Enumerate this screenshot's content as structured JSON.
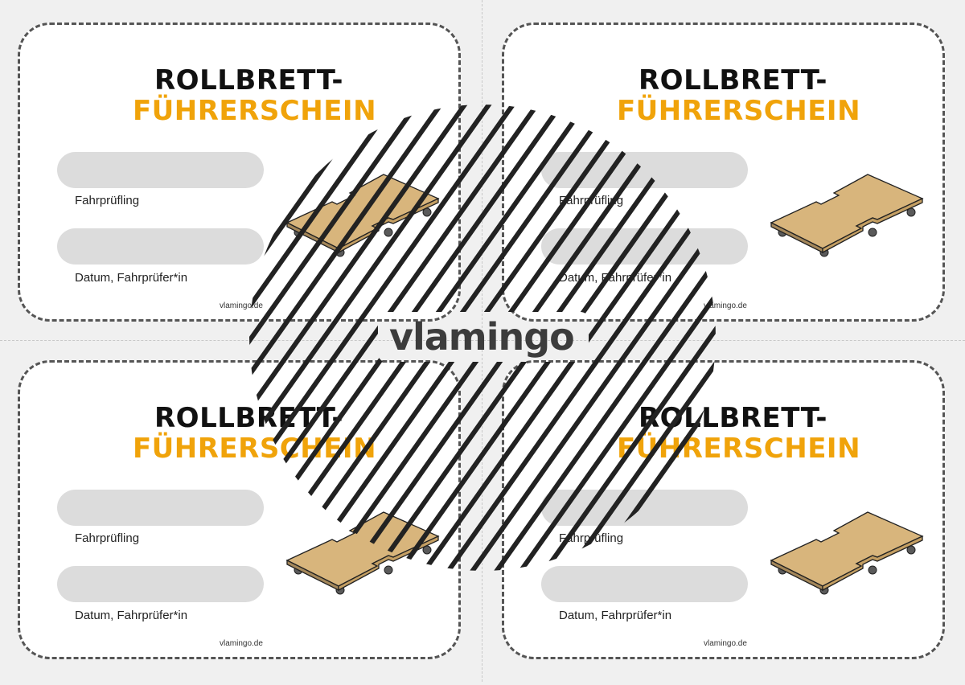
{
  "cards": [
    {
      "title_line1": "ROLLBRETT-",
      "title_line2": "FÜHRERSCHEIN",
      "field1_label": "Fahrprüfling",
      "field2_label": "Datum, Fahrprüfer*in",
      "website": "vlamingo.de"
    },
    {
      "title_line1": "ROLLBRETT-",
      "title_line2": "FÜHRERSCHEIN",
      "field1_label": "Fahrprüfling",
      "field2_label": "Datum, Fahrprüfer*in",
      "website": "vlamingo.de"
    },
    {
      "title_line1": "ROLLBRETT-",
      "title_line2": "FÜHRERSCHEIN",
      "field1_label": "Fahrprüfling",
      "field2_label": "Datum, Fahrprüfer*in",
      "website": "vlamingo.de"
    },
    {
      "title_line1": "ROLLBRETT-",
      "title_line2": "FÜHRERSCHEIN",
      "field1_label": "Fahrprüfling",
      "field2_label": "Datum, Fahrprüfer*in",
      "website": "vlamingo.de"
    }
  ],
  "watermark": {
    "text": "vlamingo"
  },
  "colors": {
    "title_accent": "#f0a30a",
    "title_dark": "#111111",
    "field_fill": "#dcdcdc",
    "board_wood": "#d8b57c",
    "card_border": "#555555"
  },
  "icons": {
    "board_illustration": "rollbrett-icon"
  }
}
